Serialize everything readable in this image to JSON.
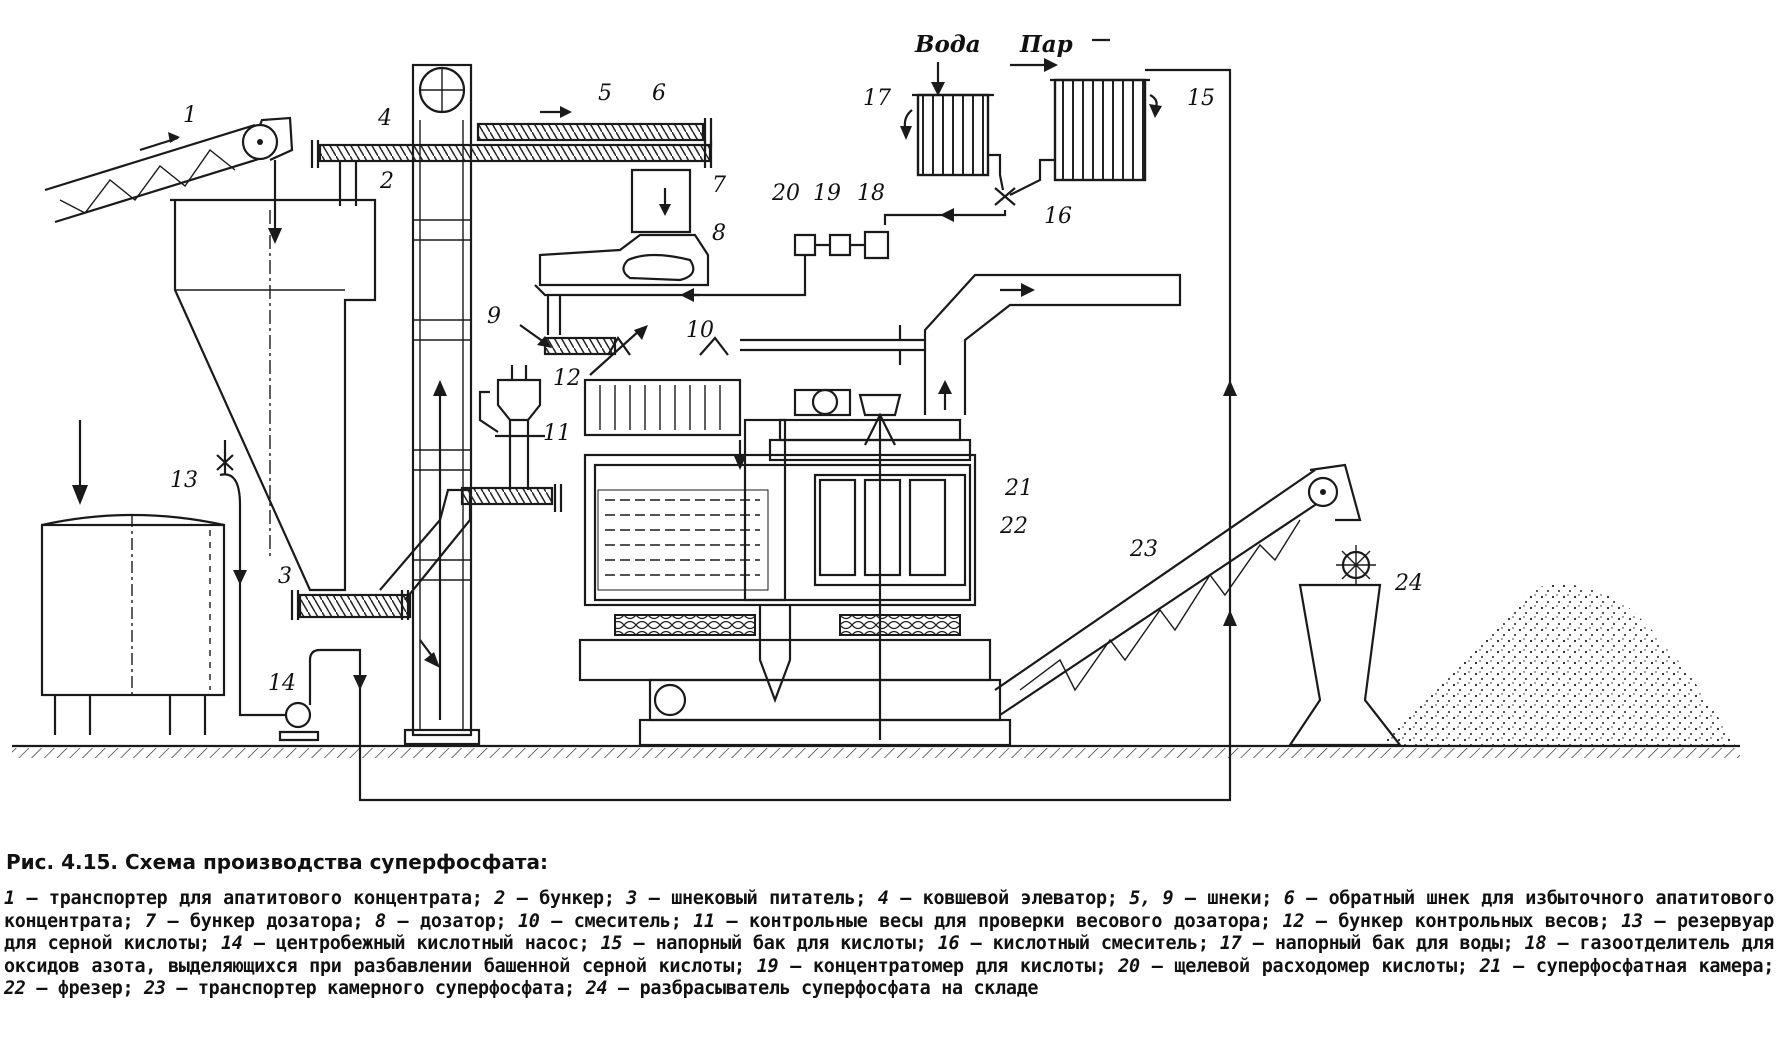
{
  "figure": {
    "caption_title": "Рис. 4.15. Схема производства суперфосфата:",
    "legend": [
      {
        "n": "1",
        "text": "транспортер для апатитового концентрата;"
      },
      {
        "n": "2",
        "text": "бункер;"
      },
      {
        "n": "3",
        "text": "шнековый питатель;"
      },
      {
        "n": "4",
        "text": "ковшевой элеватор;"
      },
      {
        "n": "5, 9",
        "text": "шнеки;"
      },
      {
        "n": "6",
        "text": "обратный шнек для избыточного апатитового концентрата;"
      },
      {
        "n": "7",
        "text": "бункер дозатора;"
      },
      {
        "n": "8",
        "text": "дозатор;"
      },
      {
        "n": "10",
        "text": "смеситель;"
      },
      {
        "n": "11",
        "text": "контрольные весы для проверки весового дозатора;"
      },
      {
        "n": "12",
        "text": "бункер контрольных весов;"
      },
      {
        "n": "13",
        "text": "резервуар для серной кислоты;"
      },
      {
        "n": "14",
        "text": "центробежный кислотный насос;"
      },
      {
        "n": "15",
        "text": "напорный бак для кислоты;"
      },
      {
        "n": "16",
        "text": "кислотный смеситель;"
      },
      {
        "n": "17",
        "text": "напорный бак для воды;"
      },
      {
        "n": "18",
        "text": "газоотделитель для оксидов азота, выделяющихся при разбавлении башенной серной кислоты;"
      },
      {
        "n": "19",
        "text": "концентратомер для кислоты;"
      },
      {
        "n": "20",
        "text": "щелевой расходомер кислоты;"
      },
      {
        "n": "21",
        "text": "суперфосфатная камера;"
      },
      {
        "n": "22",
        "text": "фрезер;"
      },
      {
        "n": "23",
        "text": "транспортер камерного суперфосфата;"
      },
      {
        "n": "24",
        "text": "разбрасыватель суперфосфата на складе"
      }
    ]
  },
  "diagram": {
    "media_labels": {
      "water": "Вода",
      "steam": "Пар"
    },
    "callouts": [
      "1",
      "2",
      "3",
      "4",
      "5",
      "6",
      "7",
      "8",
      "9",
      "10",
      "11",
      "12",
      "13",
      "14",
      "15",
      "16",
      "17",
      "18",
      "19",
      "20",
      "21",
      "22",
      "23",
      "24"
    ]
  }
}
